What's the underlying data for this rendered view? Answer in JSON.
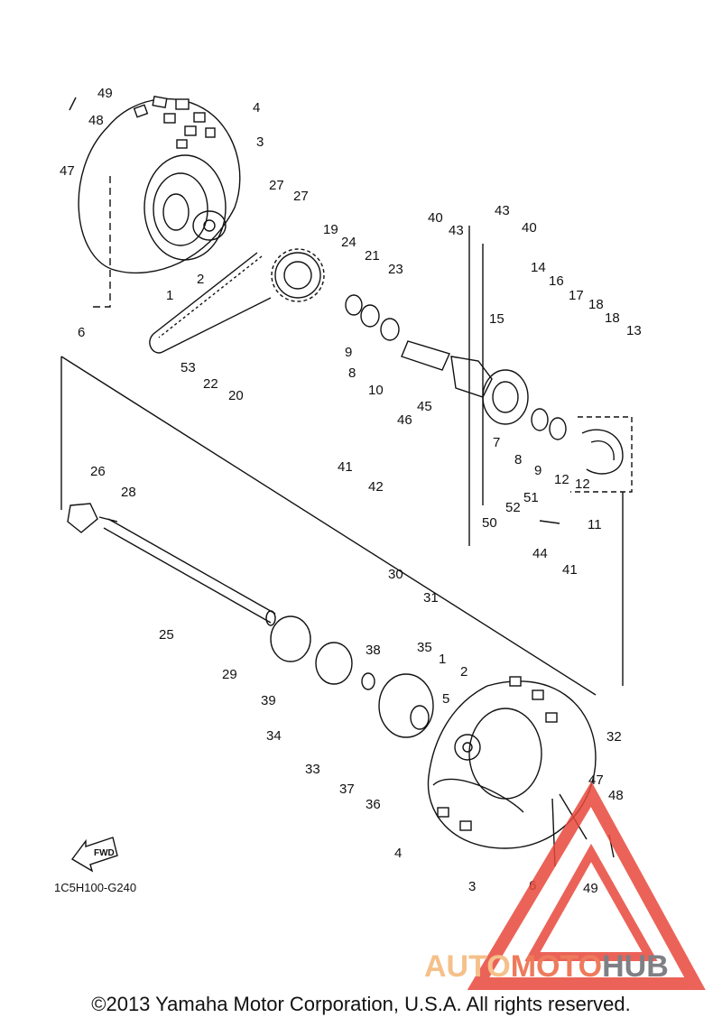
{
  "diagram": {
    "code_label": "1C5H100-G240",
    "fwd_label": "FWD",
    "part_numbers": [
      "49",
      "48",
      "47",
      "4",
      "3",
      "27",
      "27",
      "1",
      "2",
      "6",
      "19",
      "24",
      "21",
      "23",
      "9",
      "8",
      "10",
      "53",
      "22",
      "20",
      "40",
      "43",
      "43",
      "40",
      "14",
      "16",
      "17",
      "18",
      "18",
      "15",
      "13",
      "45",
      "46",
      "7",
      "8",
      "9",
      "12",
      "12",
      "11",
      "41",
      "42",
      "26",
      "28",
      "52",
      "51",
      "50",
      "44",
      "41",
      "25",
      "30",
      "31",
      "29",
      "39",
      "38",
      "35",
      "1",
      "2",
      "5",
      "32",
      "34",
      "33",
      "37",
      "36",
      "47",
      "48",
      "4",
      "3",
      "6",
      "49"
    ]
  },
  "footer": {
    "copyright": "©2013 Yamaha Motor Corporation, U.S.A. All rights reserved."
  },
  "watermark": {
    "part1": "AUTO",
    "part2": "MOTO",
    "part3": "HUB",
    "colors": {
      "triangle": "#e8483c",
      "auto": "#f5c08a",
      "moto": "#ee7a5c",
      "hub": "#7f7f86"
    }
  }
}
